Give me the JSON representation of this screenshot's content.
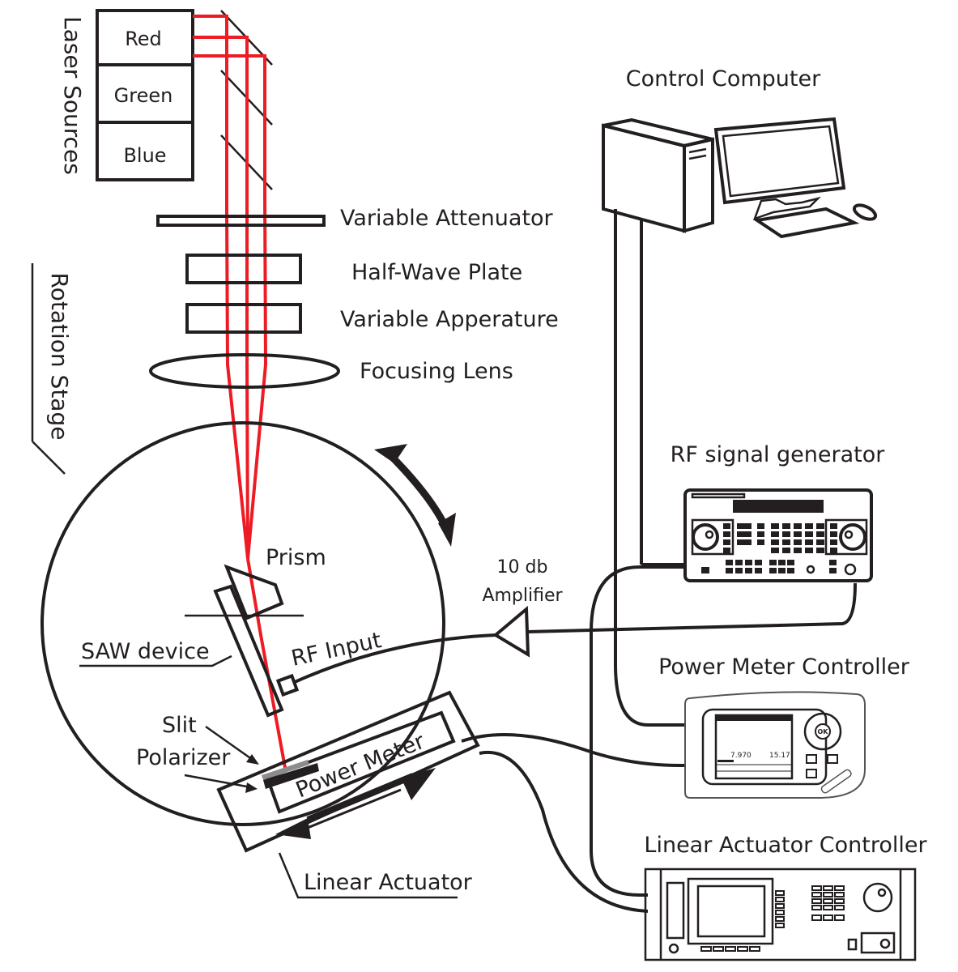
{
  "diagram": {
    "title_group": {
      "laser_sources_label": "Laser Sources",
      "lasers": [
        {
          "label": "Red",
          "color": "#ed1c24"
        },
        {
          "label": "Green"
        },
        {
          "label": "Blue"
        }
      ]
    },
    "optics": {
      "variable_attenuator": "Variable Attenuator",
      "half_wave_plate": "Half-Wave Plate",
      "variable_aperture": "Variable Apperature",
      "focusing_lens": "Focusing Lens"
    },
    "stage": {
      "rotation_stage": "Rotation Stage",
      "prism": "Prism",
      "saw_device": "SAW device",
      "rf_input": "RF Input",
      "slit": "Slit",
      "polarizer": "Polarizer",
      "power_meter": "Power Meter",
      "linear_actuator": "Linear Actuator"
    },
    "instruments": {
      "control_computer": "Control Computer",
      "rf_signal_generator": "RF signal generator",
      "amplifier_line1": "10 db",
      "amplifier_line2": "Amplifier",
      "power_meter_controller": "Power Meter Controller",
      "power_meter_readout_1": "7.970",
      "power_meter_readout_2": "15.17",
      "power_meter_ok_button": "OK",
      "linear_actuator_controller": "Linear Actuator Controller"
    },
    "colors": {
      "beam": "#ed1c24",
      "ink": "#231f20",
      "slit_gray": "#8c8c8c"
    }
  }
}
